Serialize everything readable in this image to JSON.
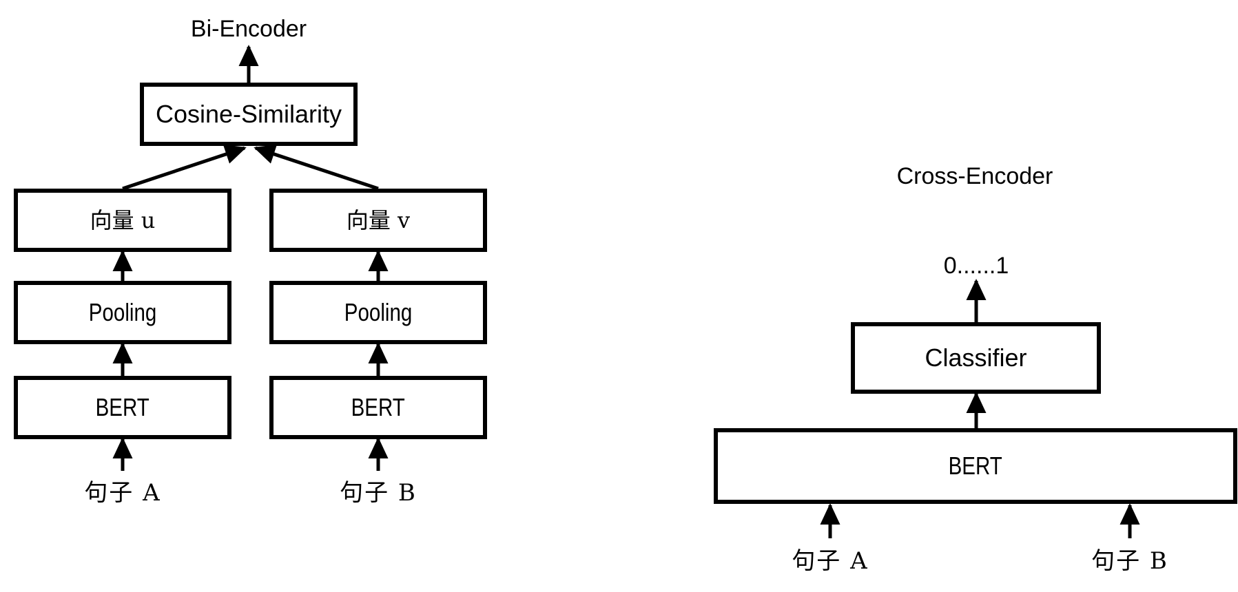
{
  "diagram": {
    "title_left": "Bi-Encoder",
    "title_right": "Cross-Encoder",
    "background": "#ffffff",
    "stroke": "#000000"
  },
  "bi_encoder": {
    "heading": "Bi-Encoder",
    "score_box": "Cosine-Similarity",
    "left_branch": {
      "vector_box": "向量 u",
      "pooling_box": "Pooling",
      "encoder_box": "BERT",
      "input_label": "句子 A"
    },
    "right_branch": {
      "vector_box": "向量 v",
      "pooling_box": "Pooling",
      "encoder_box": "BERT",
      "input_label": "句子 B"
    }
  },
  "cross_encoder": {
    "heading": "Cross-Encoder",
    "output_label": "0......1",
    "classifier_box": "Classifier",
    "encoder_box": "BERT",
    "input_label_a": "句子 A",
    "input_label_b": "句子 B"
  }
}
